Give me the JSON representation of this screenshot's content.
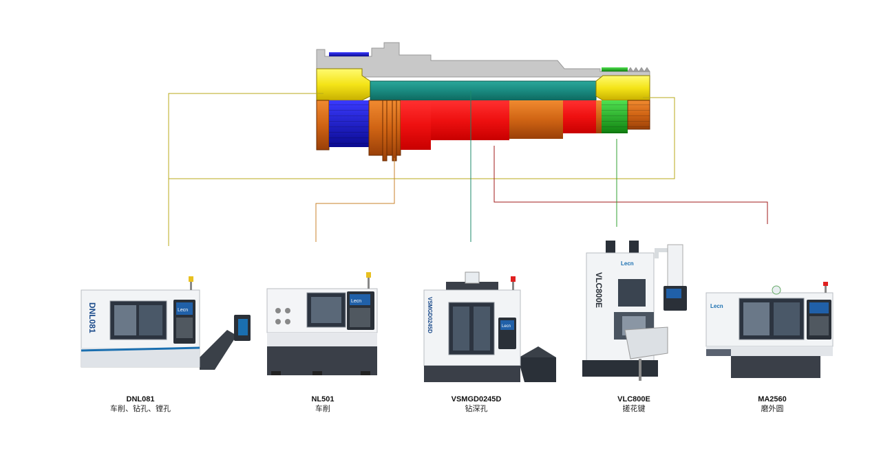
{
  "colors": {
    "yellow": "#f0e020",
    "teal": "#1a8a80",
    "red": "#ee1010",
    "orange": "#d06414",
    "blue": "#1818c8",
    "green": "#20b020",
    "gray": "#c8c8c8",
    "line_yellow": "#b8aa1a",
    "line_orange": "#c8822a",
    "line_teal": "#1a8a6a",
    "line_red": "#a01818",
    "line_green": "#30a030"
  },
  "machines": [
    {
      "model": "DNL081",
      "operation": "车削、钻孔、镗孔",
      "body_text": "DNL081",
      "brand": "Lecn"
    },
    {
      "model": "NL501",
      "operation": "车削",
      "brand": "Lecn"
    },
    {
      "model": "VSMGD0245D",
      "operation": "钻深孔",
      "body_text": "VSMGD0245D",
      "brand": "Lecn"
    },
    {
      "model": "VLC800E",
      "operation": "搓花键",
      "body_text": "VLC800E",
      "brand": "Lecn"
    },
    {
      "model": "MA2560",
      "operation": "磨外圆",
      "brand": "Lecn"
    }
  ]
}
